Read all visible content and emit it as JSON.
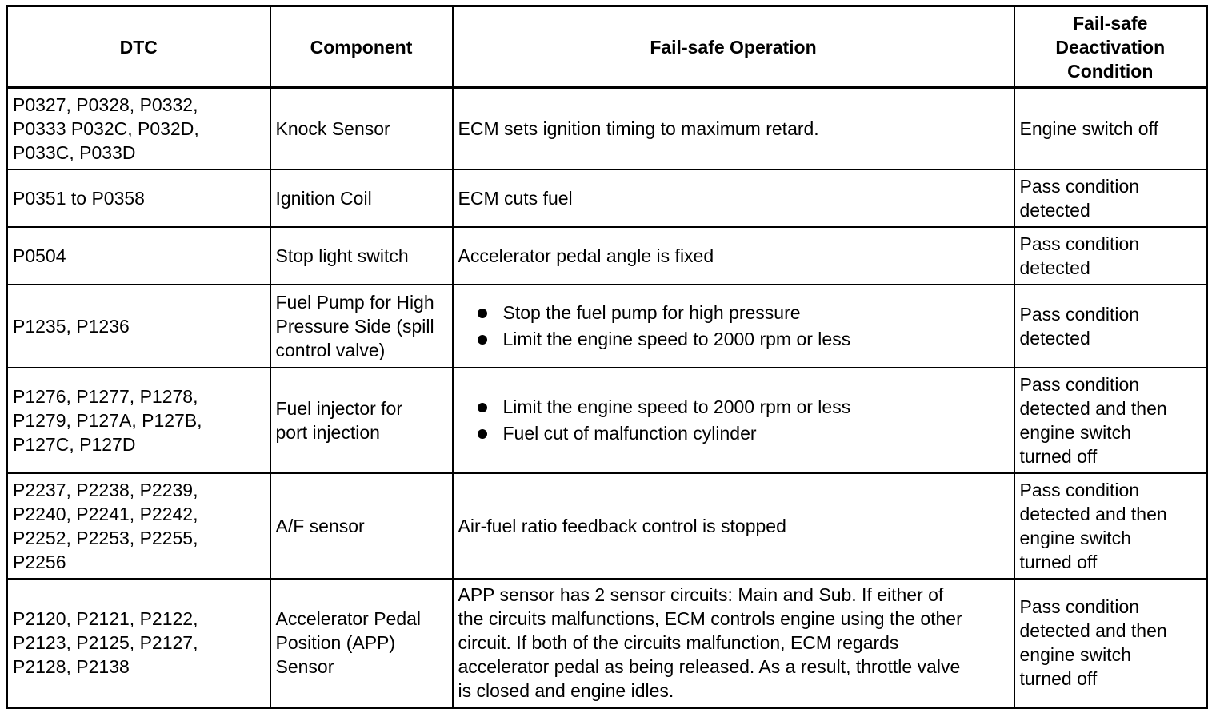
{
  "table": {
    "headers": [
      "DTC",
      "Component",
      "Fail-safe Operation",
      "Fail-safe\nDeactivation\nCondition"
    ],
    "rows": [
      {
        "dtc": "P0327, P0328, P0332,\nP0333 P032C, P032D,\nP033C, P033D",
        "component": "Knock Sensor",
        "operation": "ECM sets ignition timing to maximum retard.",
        "deactivation": "Engine switch off"
      },
      {
        "dtc": "P0351 to P0358",
        "component": "Ignition Coil",
        "operation": "ECM cuts fuel",
        "deactivation": "Pass condition\ndetected"
      },
      {
        "dtc": "P0504",
        "component": "Stop light switch",
        "operation": "Accelerator pedal angle is fixed",
        "deactivation": "Pass condition\ndetected"
      },
      {
        "dtc": "P1235, P1236",
        "component": "Fuel Pump for High\nPressure Side (spill\ncontrol valve)",
        "operation_bullets": [
          "Stop the fuel pump for high pressure",
          "Limit the engine speed to 2000 rpm or less"
        ],
        "deactivation": "Pass condition\ndetected"
      },
      {
        "dtc": "P1276, P1277, P1278,\nP1279, P127A, P127B,\nP127C, P127D",
        "component": "Fuel injector for\nport injection",
        "operation_bullets": [
          "Limit the engine speed to 2000 rpm or less",
          "Fuel cut of malfunction cylinder"
        ],
        "deactivation": "Pass condition\ndetected and then\nengine switch\nturned off"
      },
      {
        "dtc": "P2237, P2238, P2239,\nP2240, P2241, P2242,\nP2252, P2253, P2255,\nP2256",
        "component": "A/F sensor",
        "operation": "Air-fuel ratio feedback control is stopped",
        "deactivation": "Pass condition\ndetected and then\nengine switch\nturned off"
      },
      {
        "dtc": "P2120, P2121, P2122,\nP2123, P2125, P2127,\nP2128, P2138",
        "component": "Accelerator Pedal\nPosition (APP)\nSensor",
        "operation": "APP sensor has 2 sensor circuits: Main and Sub. If either of\nthe circuits malfunctions, ECM controls engine using the other\ncircuit. If both of the circuits malfunction, ECM regards\naccelerator pedal as being released. As a result, throttle valve\nis closed and engine idles.",
        "deactivation": "Pass condition\ndetected and then\nengine switch\nturned off"
      }
    ]
  }
}
